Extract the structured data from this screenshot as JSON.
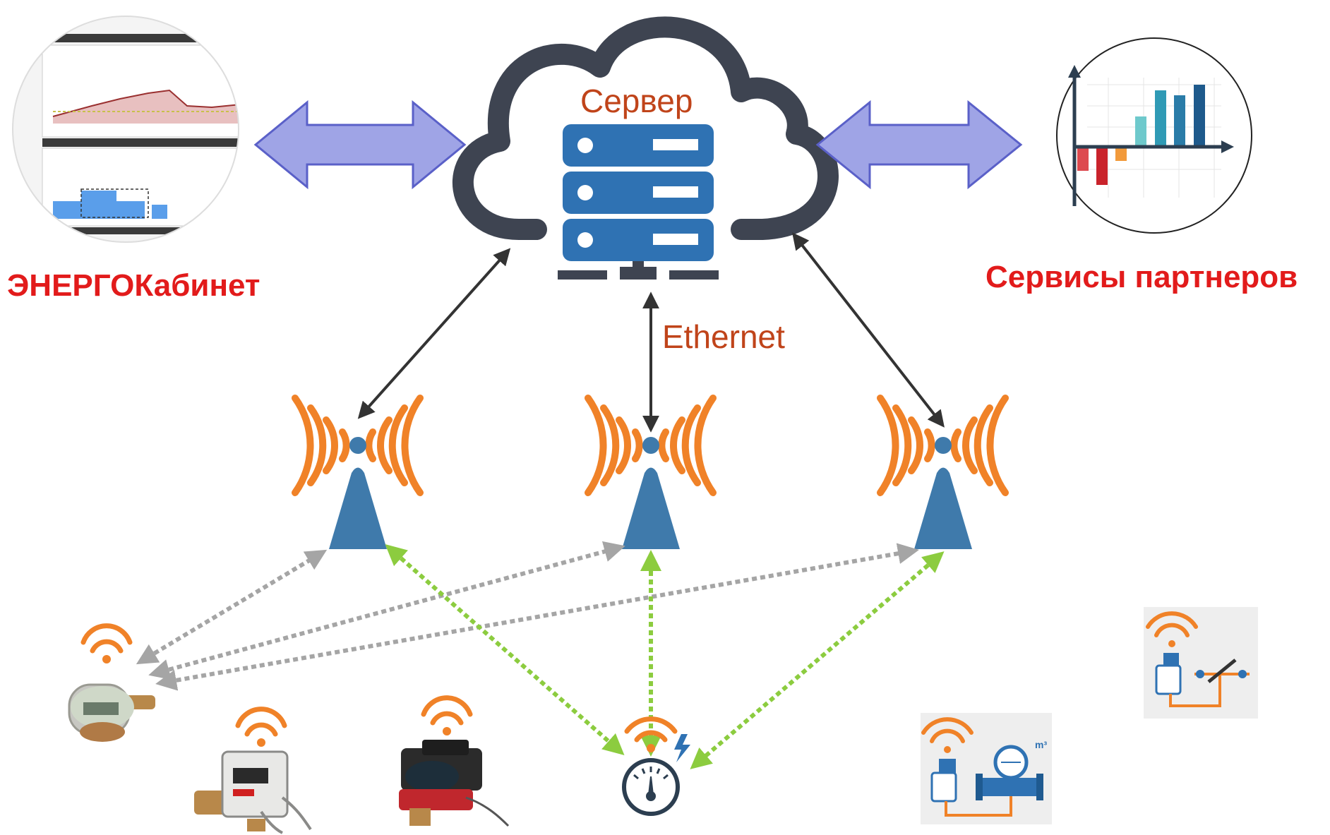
{
  "labels": {
    "server": "Сервер",
    "ethernet": "Ethernet",
    "cabinet": "ЭНЕРГОКабинет",
    "partners": "Сервисы партнеров"
  },
  "colors": {
    "server_label": "#c0441a",
    "ethernet_label": "#c0441a",
    "cabinet_label": "#e21b1b",
    "partners_label": "#e21b1b",
    "cloud": "#3e4451",
    "server_rack": "#2f72b3",
    "antenna": "#3f7aab",
    "wave": "#f08228",
    "link_solid": "#333333",
    "link_gray": "#a5a5a5",
    "link_green": "#8ccc3f",
    "arrow_fill": "#9fa4e6",
    "arrow_stroke": "#5a60c8"
  },
  "icons": {
    "cloud": "cloud-icon",
    "server": "server-rack-icon",
    "antenna": "antenna-icon",
    "gauge": "gauge-icon",
    "partner_chart": "bar-chart-icon"
  }
}
